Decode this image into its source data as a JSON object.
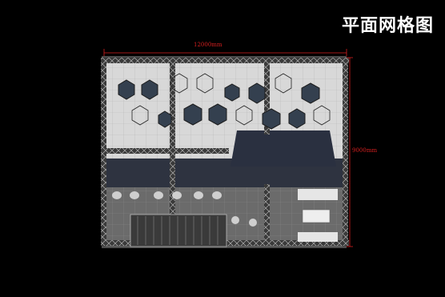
{
  "title": "平面网格图",
  "dimensions": {
    "width_label": "12000mm",
    "depth_label": "9000mm"
  },
  "colors": {
    "background": "#000000",
    "dimension_line": "#d82020",
    "hexagon_fill": "#34404f",
    "truss": "#8a8a8a",
    "floor": "#5a5a5a"
  }
}
